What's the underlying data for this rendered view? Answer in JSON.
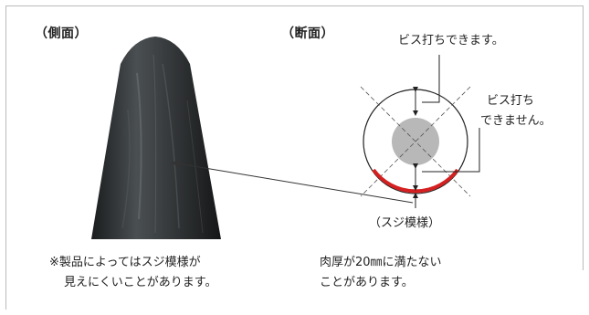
{
  "side_view": {
    "title": "（側面）",
    "caption_line1": "※製品によってはスジ模様が",
    "caption_line2": "見えにくいことがあります。"
  },
  "cross_section": {
    "title": "（断面）",
    "top_callout": "ビス打ちできます。",
    "right_callout_line1": "ビス打ち",
    "right_callout_line2": "できません。",
    "stripe_label": "（スジ模様）",
    "note_line1": "肉厚が20㎜に満たない",
    "note_line2": "ことがあります。"
  },
  "colors": {
    "stripe_arc": "#d42020",
    "core_fill": "#b8b8b8",
    "post_dark": "#2a2d2e"
  }
}
